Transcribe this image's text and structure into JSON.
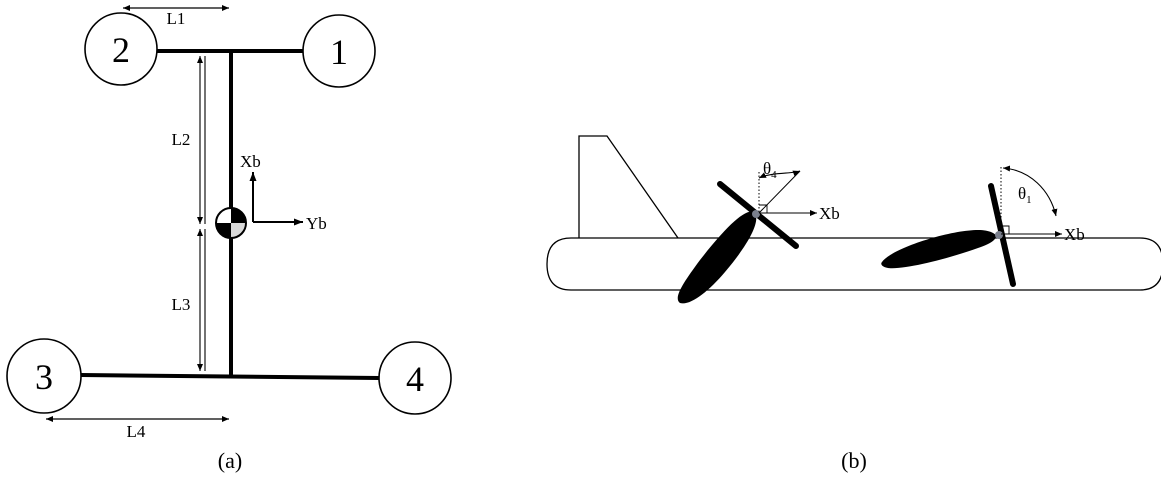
{
  "panel_a": {
    "caption": "(a)",
    "rotors": [
      {
        "id": "rotor-1",
        "label": "1"
      },
      {
        "id": "rotor-2",
        "label": "2"
      },
      {
        "id": "rotor-3",
        "label": "3"
      },
      {
        "id": "rotor-4",
        "label": "4"
      }
    ],
    "dimensions": {
      "l1": "L1",
      "l2": "L2",
      "l3": "L3",
      "l4": "L4"
    },
    "axes": {
      "x": "Xb",
      "y": "Yb"
    }
  },
  "panel_b": {
    "caption": "(b)",
    "front": {
      "angle_symbol": "θ",
      "angle_sub": "1",
      "axis": "Xb"
    },
    "rear": {
      "angle_symbol": "θ",
      "angle_sub": "4",
      "axis": "Xb"
    }
  },
  "colors": {
    "line": "#000000",
    "background": "#ffffff",
    "hub": "#7a7f8c"
  }
}
